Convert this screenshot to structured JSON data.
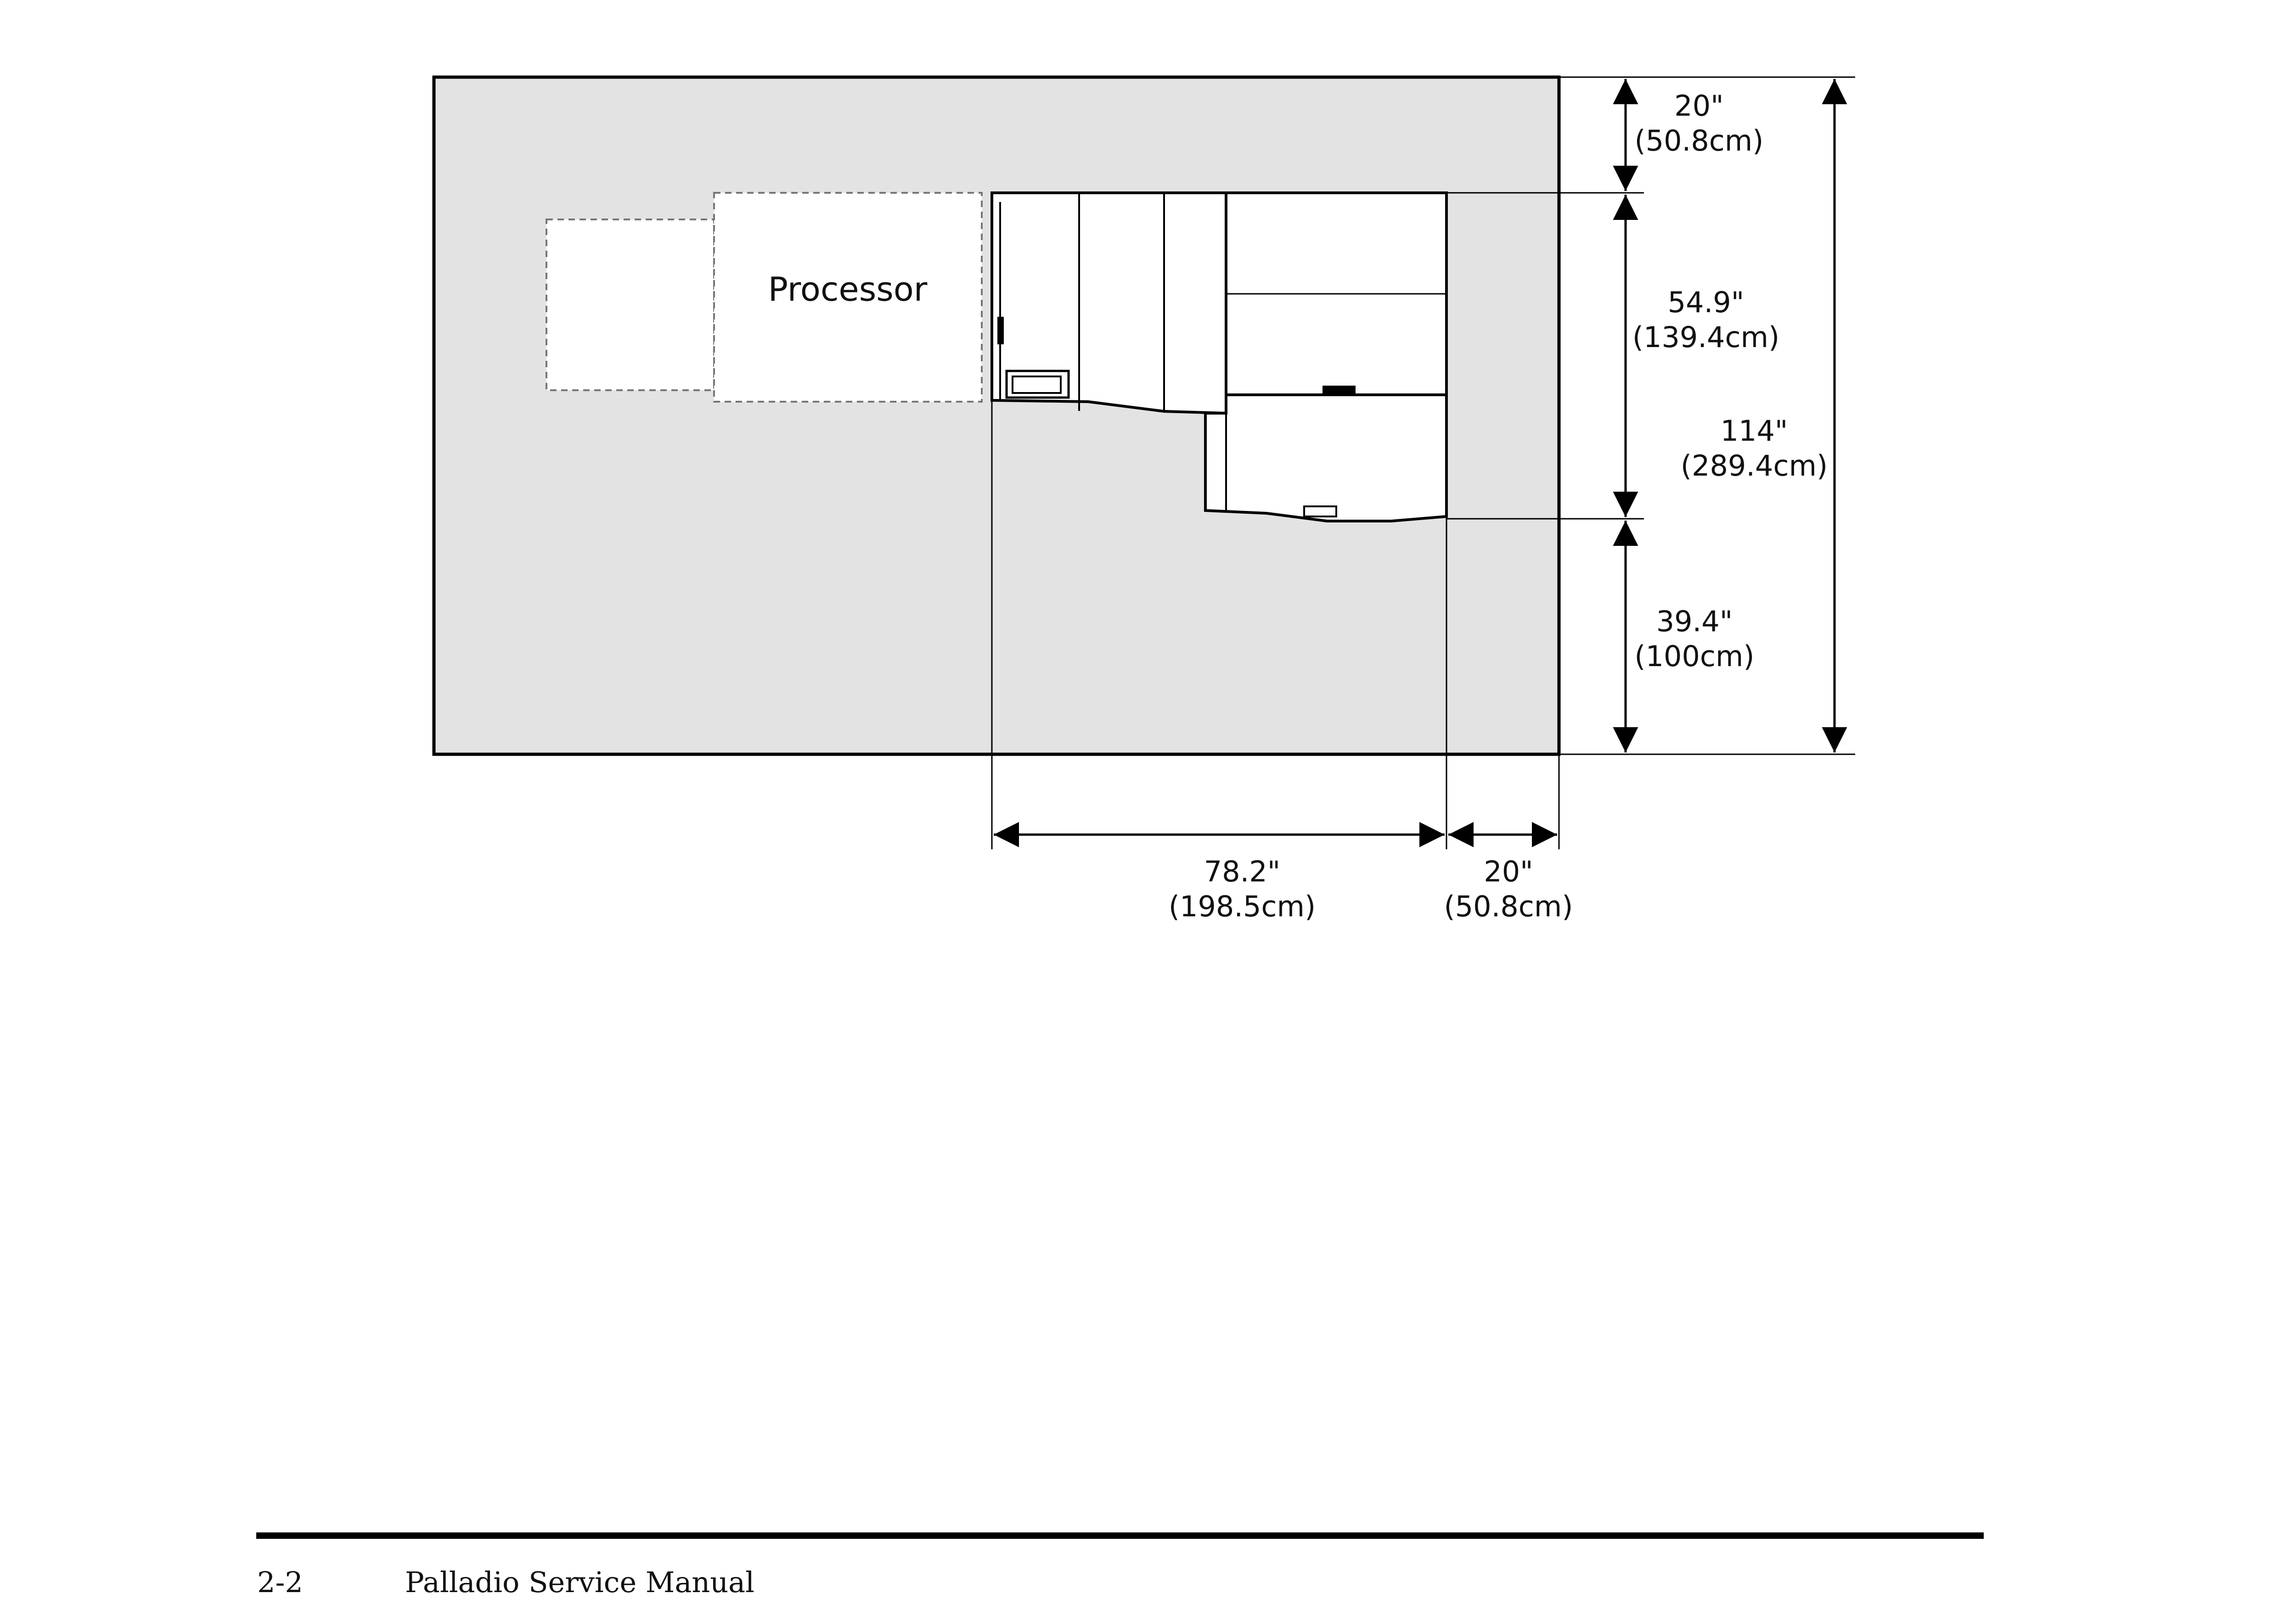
{
  "diagram": {
    "processor_label": "Processor",
    "dim_top_in": "20\"",
    "dim_top_cm": "(50.8cm)",
    "dim_mid_in": "54.9\"",
    "dim_mid_cm": "(139.4cm)",
    "dim_total_in": "114\"",
    "dim_total_cm": "(289.4cm)",
    "dim_bottom_in": "39.4\"",
    "dim_bottom_cm": "(100cm)",
    "dim_width_in": "78.2\"",
    "dim_width_cm": "(198.5cm)",
    "dim_right_in": "20\"",
    "dim_right_cm": "(50.8cm)",
    "colors": {
      "area_fill": "#e3e3e3",
      "line": "#000000",
      "unit_fill": "#ffffff"
    }
  },
  "footer": {
    "page_number": "2-2",
    "manual_title": "Palladio Service Manual"
  }
}
